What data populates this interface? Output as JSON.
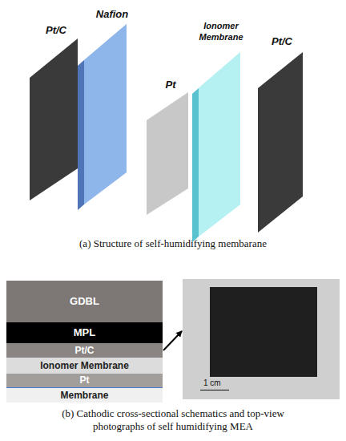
{
  "diagram": {
    "nodes": [
      {
        "text": [
          "GDBL"
        ]
      },
      {
        "text": [
          "MPL"
        ]
      },
      {
        "text": [
          "Pt/C"
        ]
      },
      {
        "text": [
          "Ionomer Membrane"
        ]
      },
      {
        "text": [
          "Pt"
        ]
      },
      {
        "text": [
          "Membrane"
        ]
      },
      {
        "text": [
          "1 cm"
        ]
      }
    ],
    "edges": [
      {
        "from": 2,
        "to": 6,
        "arrow": "to"
      }
    ],
    "labels": [
      "Pt/C",
      "Nafion",
      "Pt",
      "Ionomer Membrane",
      "Pt/C",
      "(a) Structure of self-humidifying membarane",
      "(b) Cathodic cross-sectional schematics and top-view photographs of self humidifying MEA"
    ]
  }
}
